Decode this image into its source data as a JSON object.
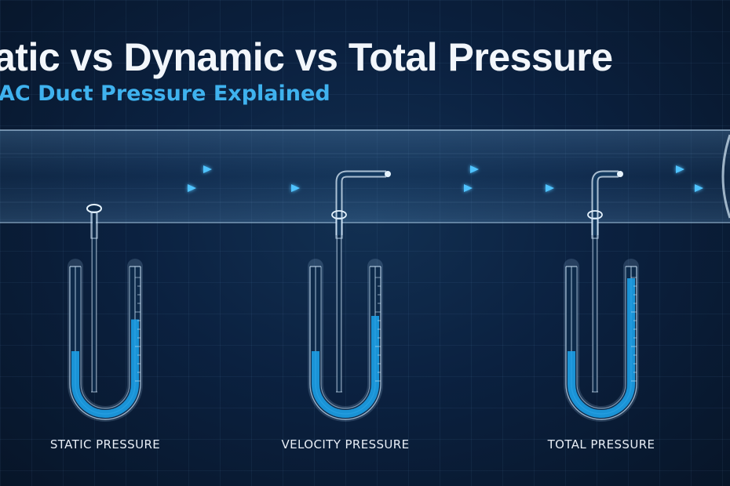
{
  "header": {
    "title": "atic vs Dynamic vs Total Pressure",
    "subtitle": "AC Duct Pressure Explained"
  },
  "gauges": [
    {
      "label": "STATIC PRESSURE",
      "probe": "static-tap",
      "left_level": 0.28,
      "right_level": 0.55
    },
    {
      "label": "VELOCITY PRESSURE",
      "probe": "pitot-tube",
      "left_level": 0.28,
      "right_level": 0.58
    },
    {
      "label": "TOTAL PRESSURE",
      "probe": "pitot-tube",
      "left_level": 0.28,
      "right_level": 0.9
    }
  ],
  "colors": {
    "accent": "#3fb2ee",
    "fluid": "#1c9fe6",
    "arrow": "#4fc3ff",
    "duct": "#9ec6ea"
  }
}
